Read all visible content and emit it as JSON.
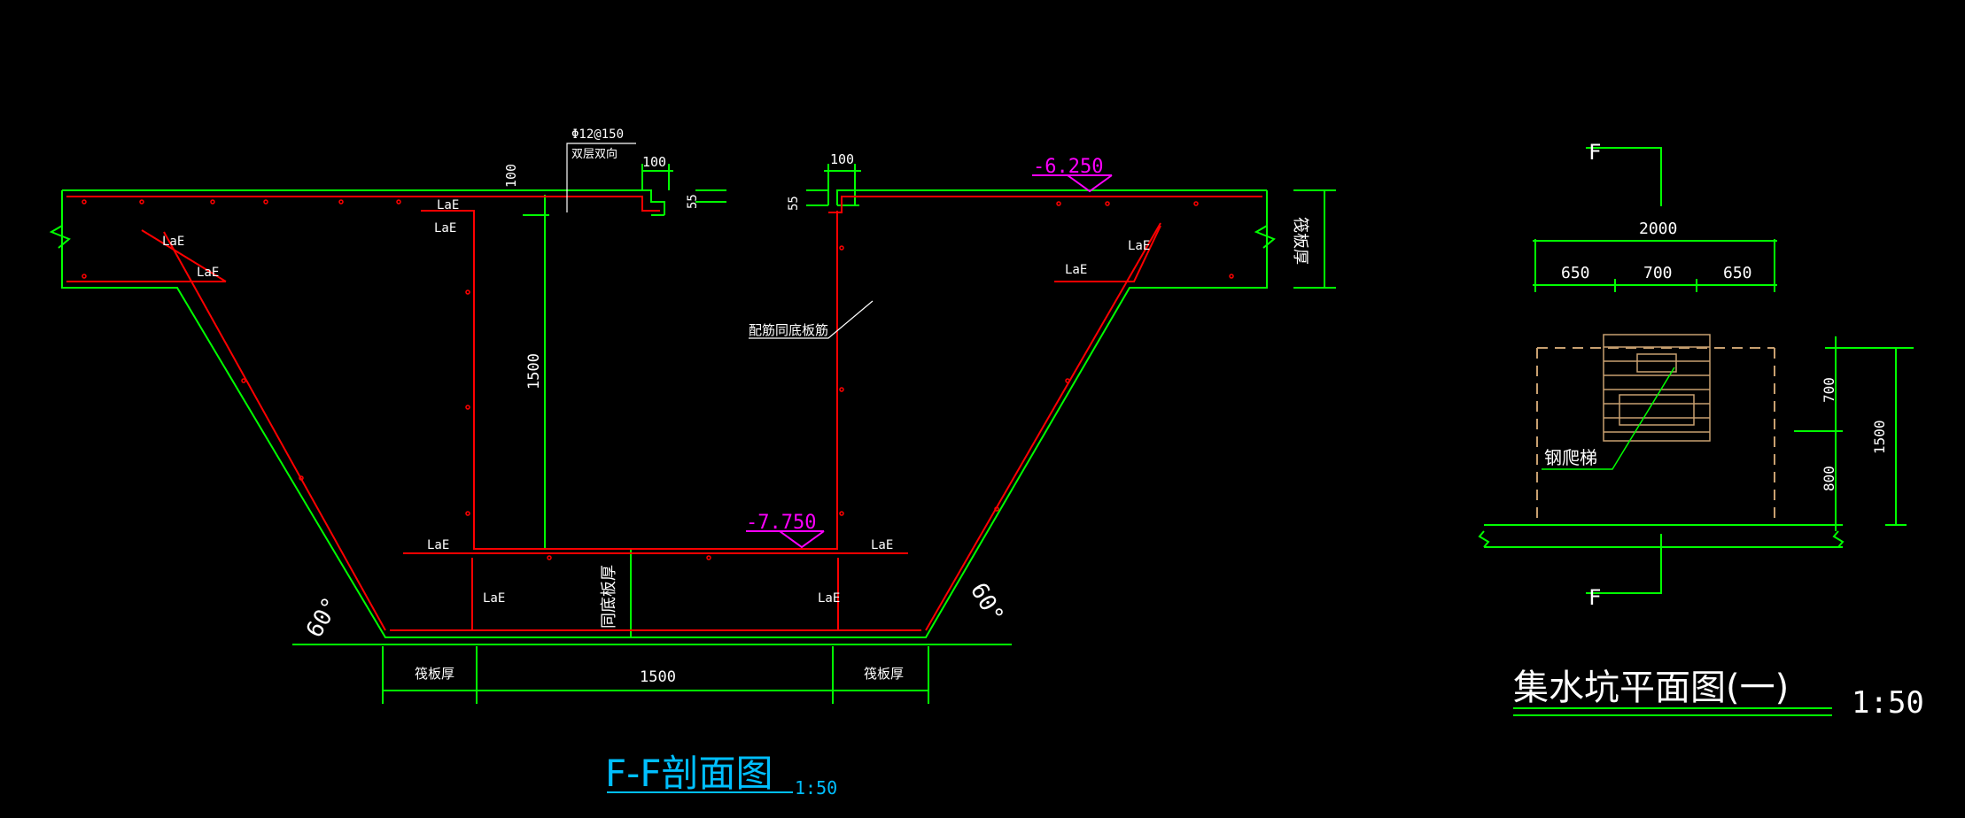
{
  "section": {
    "title": "F-F剖面图",
    "scale": "1:50",
    "rebar_note": "Φ12@150",
    "rebar_note2": "双层双向",
    "dim_100_left": "100",
    "dim_100_top": "100",
    "dim_100_right": "100",
    "dim_55_left": "55",
    "dim_55_right": "55",
    "dim_1500_vertical": "1500",
    "dim_1500_bottom": "1500",
    "elev_top": "-6.250",
    "elev_bottom": "-7.750",
    "note_same_as_floor": "配筋同底板筋",
    "raft_thickness": "筏板厚",
    "raft_thickness_bottom_left": "筏板厚",
    "raft_thickness_bottom_right": "筏板厚",
    "same_floor_thickness": "同底板厚",
    "angle_left": "60°",
    "angle_right": "60°",
    "loe": "LaE"
  },
  "plan": {
    "title": "集水坑平面图(一)",
    "scale": "1:50",
    "section_mark_top": "F",
    "section_mark_bottom": "F",
    "dim_2000": "2000",
    "dim_650_left": "650",
    "dim_700": "700",
    "dim_650_right": "650",
    "dim_700_v": "700",
    "dim_800_v": "800",
    "dim_1500_v": "1500",
    "ladder_label": "钢爬梯"
  },
  "colors": {
    "background": "#000000",
    "green": "#00ff00",
    "red": "#ff0000",
    "white": "#ffffff",
    "magenta": "#ff00ff",
    "cyan": "#00bfff",
    "tan": "#c8a070"
  }
}
